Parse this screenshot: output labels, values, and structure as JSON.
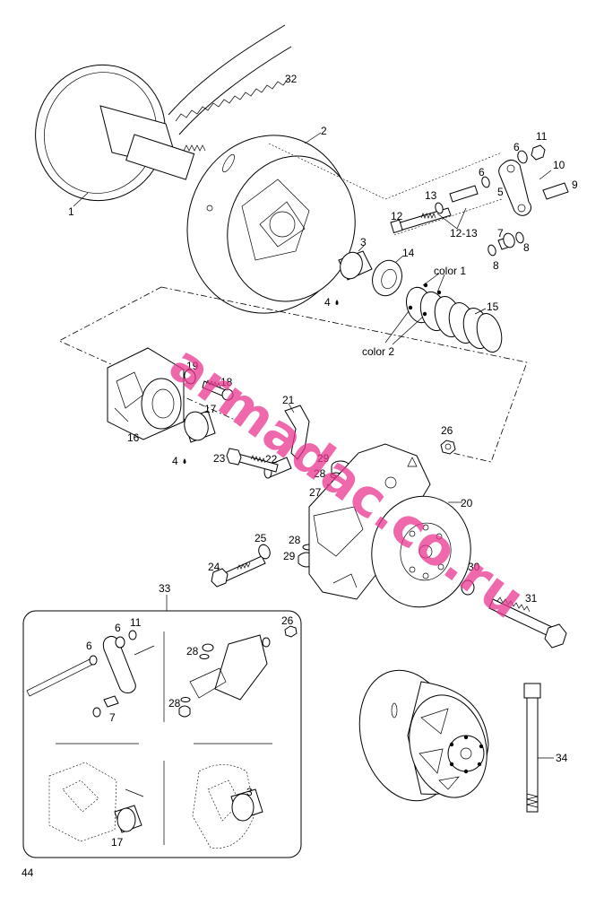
{
  "page_number": "44",
  "watermark": "armadac.co.ru",
  "callouts": {
    "c1": "1",
    "c2": "2",
    "c3": "3",
    "c4": "4",
    "c5": "5",
    "c6": "6",
    "c7": "7",
    "c8": "8",
    "c9": "9",
    "c10": "10",
    "c11": "11",
    "c12": "12",
    "c13": "13",
    "c12_13": "12-13",
    "c14": "14",
    "c15": "15",
    "c16": "16",
    "c17": "17",
    "c18": "18",
    "c19": "19",
    "c20": "20",
    "c21": "21",
    "c22": "22",
    "c23": "23",
    "c24": "24",
    "c25": "25",
    "c26": "26",
    "c27": "27",
    "c28": "28",
    "c29": "29",
    "c30": "30",
    "c31": "31",
    "c32": "32",
    "c33": "33",
    "c34": "34",
    "color1": "color 1",
    "color2": "color 2"
  }
}
